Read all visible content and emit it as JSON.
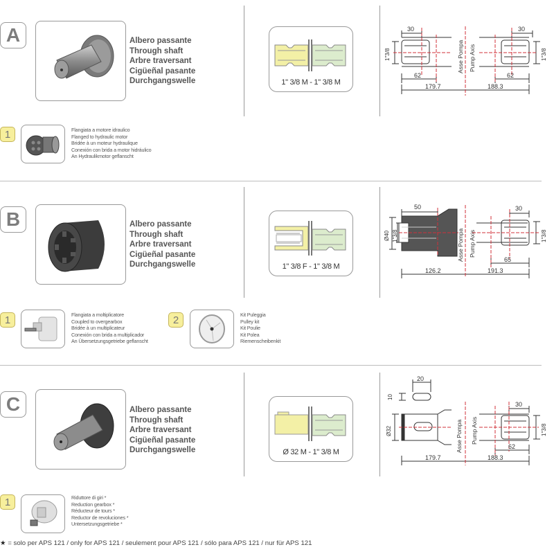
{
  "sections": [
    {
      "letter": "A",
      "description": [
        "Albero passante",
        "Through shaft",
        "Arbre traversant",
        "Cigüeñal pasante",
        "Durchgangswelle"
      ],
      "coupling": {
        "label": "1\" 3/8 M - 1\" 3/8 M",
        "left_type": "male-splined",
        "right_type": "male-splined",
        "left_color": "#f3f0a6",
        "right_color": "#dceccd"
      },
      "drawing": {
        "left_top_dim": "30",
        "left_side_dim": "1\"3/8",
        "left_bottom_dim": "62",
        "left_total": "179.7",
        "axis_label_1": "Asse Pompa",
        "axis_label_2": "Pump Axis",
        "right_top_dim": "30",
        "right_side_dim": "1\"3/8",
        "right_bottom_dim": "62",
        "right_total": "188.3"
      },
      "accessories": [
        {
          "number": "1",
          "icon": "hydraulic-motor",
          "text": [
            "Flangiata a motore idraulico",
            "Flanged to hydraulic motor",
            "Bridée à un moteur hydraulique",
            "Conexión con brida a motor hidráulico",
            "An Hydraulikmotor geflanscht"
          ]
        }
      ]
    },
    {
      "letter": "B",
      "description": [
        "Albero passante",
        "Through shaft",
        "Arbre traversant",
        "Cigüeñal pasante",
        "Durchgangswelle"
      ],
      "coupling": {
        "label": "1\" 3/8 F - 1\" 3/8 M",
        "left_type": "female-splined",
        "right_type": "male-splined",
        "left_color": "#f3f0a6",
        "right_color": "#dceccd"
      },
      "drawing": {
        "left_top_dim": "50",
        "left_side_dim_outer": "Ø40",
        "left_side_dim": "1\"3/8",
        "left_total": "126.2",
        "axis_label_1": "Asse Pompa",
        "axis_label_2": "Pump Axis",
        "right_top_dim": "30",
        "right_side_dim": "1\"3/8",
        "right_bottom_dim": "65",
        "right_total": "191.3"
      },
      "accessories": [
        {
          "number": "1",
          "icon": "overgearbox",
          "text": [
            "Flangiata a moltiplicatore",
            "Coupled to overgearbox",
            "Bridée à un multiplicateur",
            "Conexión con brida a multiplicador",
            "An Übersetzungsgetriebe geflanscht"
          ]
        },
        {
          "number": "2",
          "icon": "pulley",
          "text": [
            "Kit Puleggia",
            "Pulley kit",
            "Kit Poulie",
            "Kit Polea",
            "Riemenscheibenkit"
          ]
        }
      ]
    },
    {
      "letter": "C",
      "description": [
        "Albero passante",
        "Through shaft",
        "Arbre traversant",
        "Cigüeñal pasante",
        "Durchgangswelle"
      ],
      "coupling": {
        "label": "Ø 32 M  -  1\" 3/8 M",
        "left_type": "plain-keyed",
        "right_type": "male-splined",
        "left_color": "#f3f0a6",
        "right_color": "#dceccd"
      },
      "drawing": {
        "key_width_dim": "20",
        "key_height_dim": "10",
        "left_side_dim": "Ø32",
        "left_total": "179.7",
        "axis_label_1": "Asse Pompa",
        "axis_label_2": "Pump Axis",
        "right_top_dim": "30",
        "right_side_dim": "1\"3/8",
        "right_bottom_dim": "62",
        "right_total": "188.3"
      },
      "accessories": [
        {
          "number": "1",
          "icon": "reduction-gearbox",
          "text": [
            "Riduttore di giri *",
            "Reduction gearbox *",
            "Réducteur de tours *",
            "Reductor de revoluciones *",
            "Untersetzungsgetriebe *"
          ]
        }
      ]
    }
  ],
  "footnote": {
    "star": "★",
    "text": " = solo per APS 121 / only for APS 121 / seulement pour APS 121 / sólo para APS 121 / nur für APS 121"
  },
  "colors": {
    "axis_red": "#d0303a",
    "badge_yellow": "#f7ef9c",
    "male_yellow": "#f3f0a6",
    "male_green": "#dceccd"
  }
}
